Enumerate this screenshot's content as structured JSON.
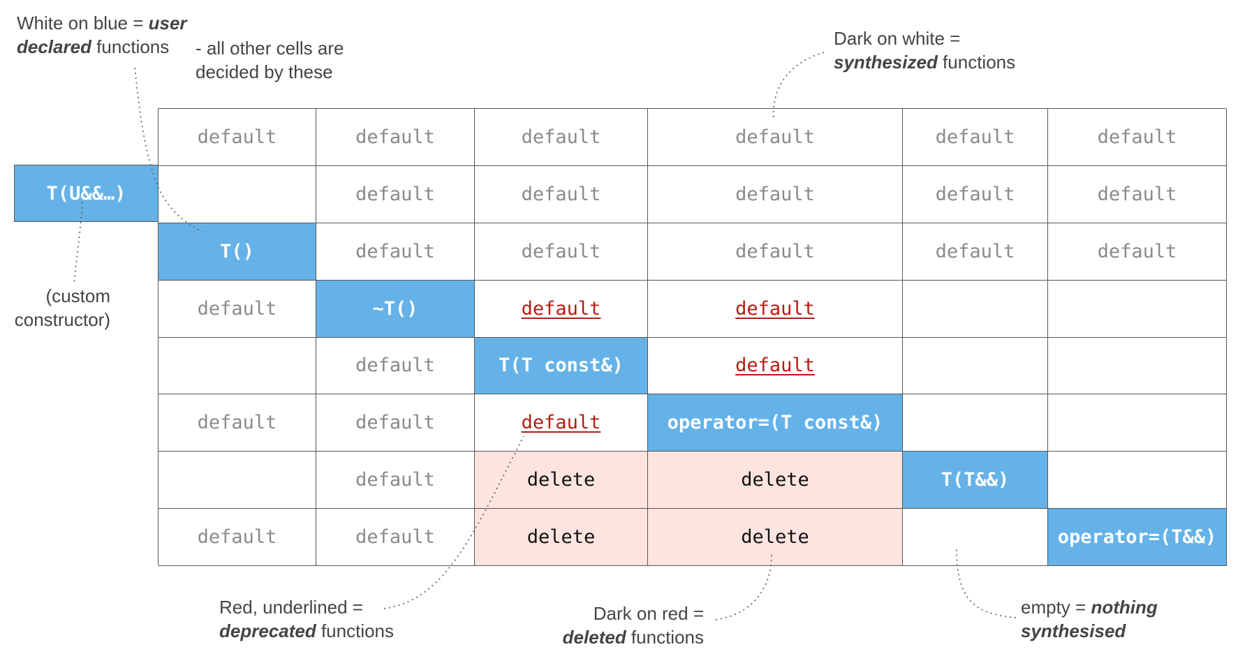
{
  "side_cell": "T(U&&…)",
  "grid": {
    "rows": [
      [
        {
          "t": "default",
          "k": "synth"
        },
        {
          "t": "default",
          "k": "synth"
        },
        {
          "t": "default",
          "k": "synth"
        },
        {
          "t": "default",
          "k": "synth"
        },
        {
          "t": "default",
          "k": "synth"
        },
        {
          "t": "default",
          "k": "synth"
        }
      ],
      [
        {
          "t": "",
          "k": "empty"
        },
        {
          "t": "default",
          "k": "synth"
        },
        {
          "t": "default",
          "k": "synth"
        },
        {
          "t": "default",
          "k": "synth"
        },
        {
          "t": "default",
          "k": "synth"
        },
        {
          "t": "default",
          "k": "synth"
        }
      ],
      [
        {
          "t": "T()",
          "k": "user"
        },
        {
          "t": "default",
          "k": "synth"
        },
        {
          "t": "default",
          "k": "synth"
        },
        {
          "t": "default",
          "k": "synth"
        },
        {
          "t": "default",
          "k": "synth"
        },
        {
          "t": "default",
          "k": "synth"
        }
      ],
      [
        {
          "t": "default",
          "k": "synth"
        },
        {
          "t": "~T()",
          "k": "user"
        },
        {
          "t": "default",
          "k": "deprecated"
        },
        {
          "t": "default",
          "k": "deprecated"
        },
        {
          "t": "",
          "k": "empty"
        },
        {
          "t": "",
          "k": "empty"
        }
      ],
      [
        {
          "t": "",
          "k": "empty"
        },
        {
          "t": "default",
          "k": "synth"
        },
        {
          "t": "T(T const&)",
          "k": "user"
        },
        {
          "t": "default",
          "k": "deprecated"
        },
        {
          "t": "",
          "k": "empty"
        },
        {
          "t": "",
          "k": "empty"
        }
      ],
      [
        {
          "t": "default",
          "k": "synth"
        },
        {
          "t": "default",
          "k": "synth"
        },
        {
          "t": "default",
          "k": "deprecated"
        },
        {
          "t": "operator=(T const&)",
          "k": "user"
        },
        {
          "t": "",
          "k": "empty"
        },
        {
          "t": "",
          "k": "empty"
        }
      ],
      [
        {
          "t": "",
          "k": "empty"
        },
        {
          "t": "default",
          "k": "synth"
        },
        {
          "t": "delete",
          "k": "deleted"
        },
        {
          "t": "delete",
          "k": "deleted"
        },
        {
          "t": "T(T&&)",
          "k": "user"
        },
        {
          "t": "",
          "k": "empty"
        }
      ],
      [
        {
          "t": "default",
          "k": "synth"
        },
        {
          "t": "default",
          "k": "synth"
        },
        {
          "t": "delete",
          "k": "deleted"
        },
        {
          "t": "delete",
          "k": "deleted"
        },
        {
          "t": "",
          "k": "empty"
        },
        {
          "t": "operator=(T&&)",
          "k": "user"
        }
      ]
    ]
  },
  "notes": {
    "user_declared": {
      "line1_pre": "White on blue = ",
      "line1_em": "user",
      "line2_em": "declared",
      "line2_post": " functions"
    },
    "others_decided": {
      "line1": "- all other cells are",
      "line2": "decided by these"
    },
    "synthesized": {
      "line1": "Dark on white =",
      "line2_em": "synthesized",
      "line2_post": " functions"
    },
    "custom_ctor": {
      "line1": "(custom",
      "line2": "constructor)"
    },
    "deprecated": {
      "line1": "Red, underlined =",
      "line2_em": "deprecated",
      "line2_post": " functions"
    },
    "deleted": {
      "line1": "Dark on red =",
      "line2_em": "deleted",
      "line2_post": " functions"
    },
    "empty": {
      "line1_pre": "empty = ",
      "line1_em": "nothing",
      "line2_em": "synthesised"
    }
  },
  "colors": {
    "user_bg": "#64b2e8",
    "deleted_bg": "#fde4df",
    "deprecated_text": "#b31c12",
    "synth_text": "#8a8a8a"
  }
}
